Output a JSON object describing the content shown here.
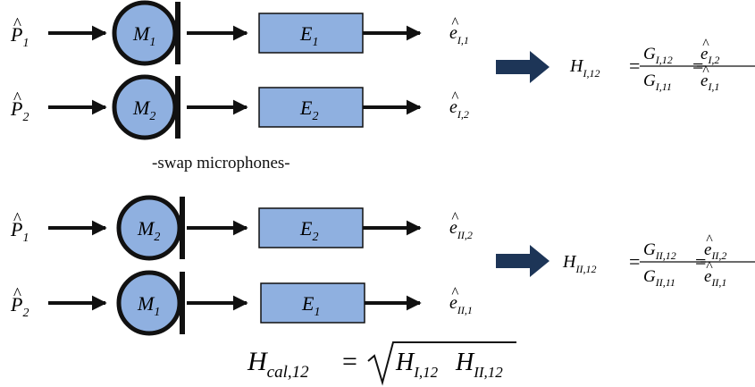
{
  "caption": "-swap microphones-",
  "colors": {
    "mic_fill": "#8fb0e0",
    "box_fill": "#8fb0e0",
    "stroke": "#111111",
    "big_arrow": "#1d3557"
  },
  "rows": [
    {
      "input": {
        "base": "P",
        "sub": "1"
      },
      "mic": {
        "base": "M",
        "sub": "1"
      },
      "amp": {
        "base": "E",
        "sub": "1"
      },
      "output": {
        "base": "e",
        "sub": "I,1"
      }
    },
    {
      "input": {
        "base": "P",
        "sub": "2"
      },
      "mic": {
        "base": "M",
        "sub": "2"
      },
      "amp": {
        "base": "E",
        "sub": "2"
      },
      "output": {
        "base": "e",
        "sub": "I,2"
      }
    },
    {
      "input": {
        "base": "P",
        "sub": "1"
      },
      "mic": {
        "base": "M",
        "sub": "2"
      },
      "amp": {
        "base": "E",
        "sub": "2"
      },
      "output": {
        "base": "e",
        "sub": "II,2"
      }
    },
    {
      "input": {
        "base": "P",
        "sub": "2"
      },
      "mic": {
        "base": "M",
        "sub": "1"
      },
      "amp": {
        "base": "E",
        "sub": "1"
      },
      "output": {
        "base": "e",
        "sub": "II,1"
      }
    }
  ],
  "equations": {
    "first": {
      "lhs": {
        "base": "H",
        "sub": "I,12"
      },
      "frac1": {
        "num": {
          "base": "G",
          "sub": "I,12"
        },
        "den": {
          "base": "G",
          "sub": "I,11"
        }
      },
      "frac2": {
        "num": {
          "base": "e",
          "sub": "I,2"
        },
        "den": {
          "base": "e",
          "sub": "I,1"
        }
      }
    },
    "second": {
      "lhs": {
        "base": "H",
        "sub": "II,12"
      },
      "frac1": {
        "num": {
          "base": "G",
          "sub": "II,12"
        },
        "den": {
          "base": "G",
          "sub": "II,11"
        }
      },
      "frac2": {
        "num": {
          "base": "e",
          "sub": "II,2"
        },
        "den": {
          "base": "e",
          "sub": "II,1"
        }
      }
    },
    "final": {
      "lhs": {
        "base": "H",
        "sub": "cal,12"
      },
      "rad1": {
        "base": "H",
        "sub": "I,12"
      },
      "rad2": {
        "base": "H",
        "sub": "II,12"
      }
    }
  },
  "symbols": {
    "equals": "=",
    "hat": "^"
  }
}
